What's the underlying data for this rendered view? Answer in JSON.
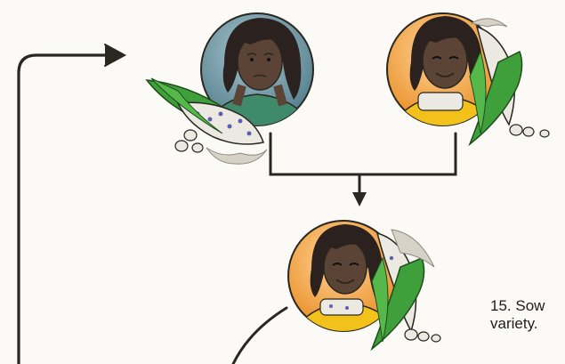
{
  "caption": {
    "line1": "15. Sow",
    "line2": "variety."
  },
  "palette": {
    "line": "#2a2620",
    "skin": "#5b4436",
    "hair": "#2b2220",
    "cool_bg": "#6f9aa7",
    "warm_bg": "#f0a23e",
    "husk": "#3f9f3a",
    "kernel_white": "#ece9e2",
    "kernel_purple": "#5b5fae",
    "silk": "#d6d2c8",
    "shirt_green": "#3f8a6b",
    "shirt_yellow": "#f2c21b"
  },
  "portraits": [
    {
      "id": "worried",
      "mood": "worried",
      "variety": "purple-speckled"
    },
    {
      "id": "smiling",
      "mood": "smiling",
      "variety": "white"
    },
    {
      "id": "result",
      "mood": "smiling",
      "variety": "white-with-purple"
    }
  ]
}
